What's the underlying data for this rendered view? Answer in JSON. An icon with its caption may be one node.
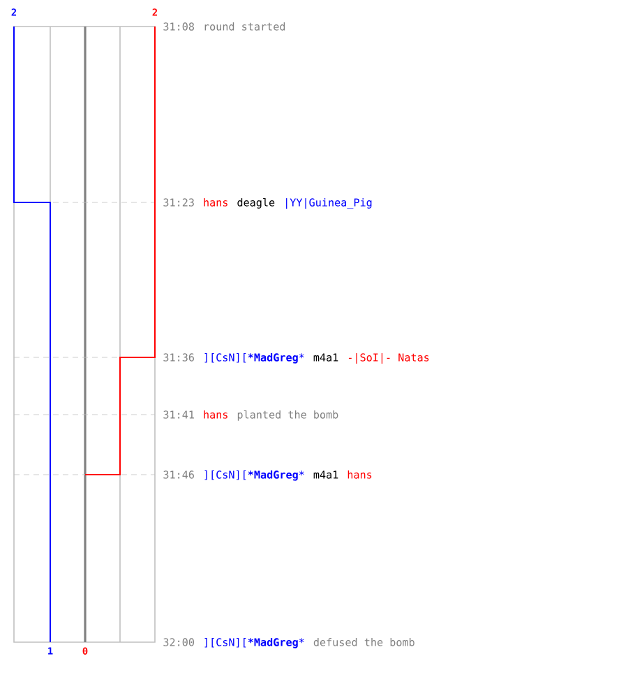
{
  "diagram": {
    "labels": [
      "2",
      "2",
      "31:08",
      "round started",
      "31:23",
      "hans",
      "deagle",
      "|YY|Guinea_Pig",
      "31:36",
      "][CsN][***MadGreg***",
      "m4a1",
      "-|SoI|- Natas",
      "31:41",
      "hans",
      "planted the bomb",
      "31:46",
      "][CsN][***MadGreg***",
      "m4a1",
      "hans",
      "1",
      "0",
      "32:00",
      "][CsN][***MadGreg***",
      "defused the bomb"
    ]
  }
}
